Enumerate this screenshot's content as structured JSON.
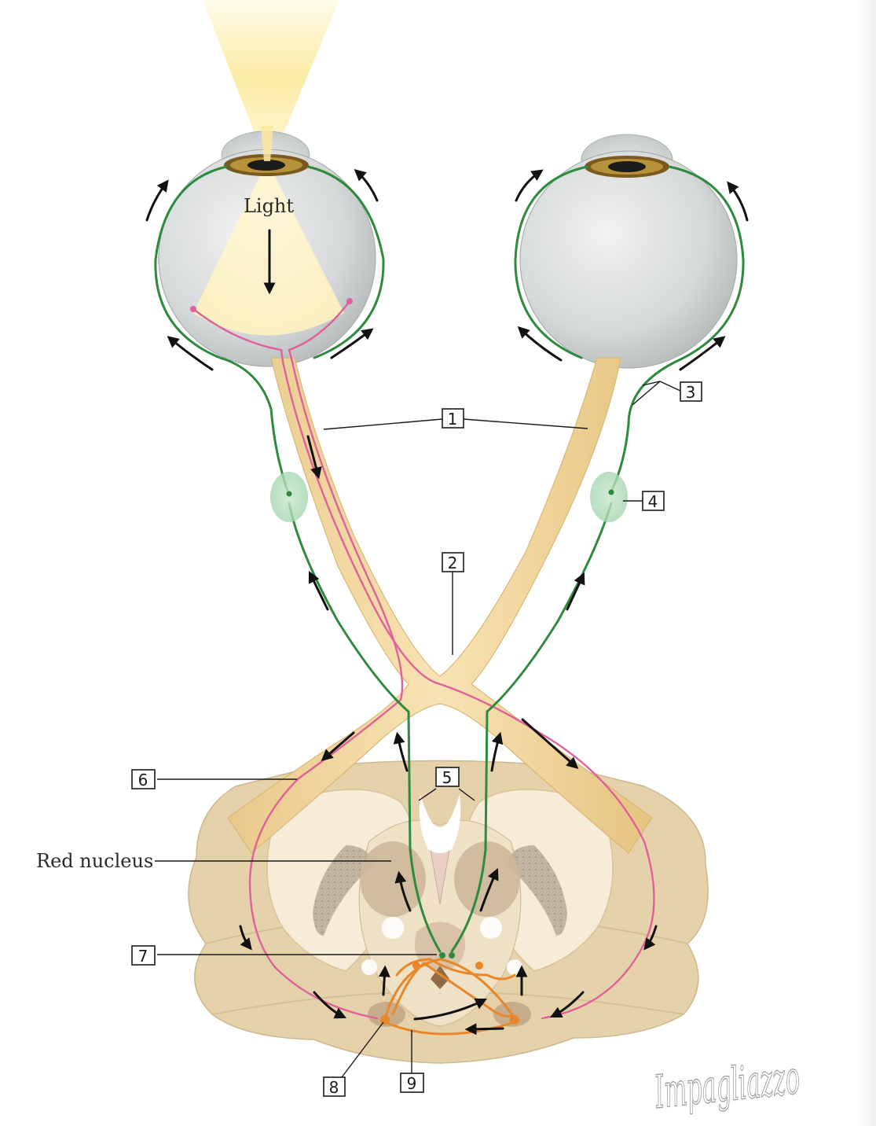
{
  "labels": {
    "light": "Light",
    "red_nucleus": "Red nucleus",
    "callouts": [
      "1",
      "2",
      "3",
      "4",
      "5",
      "6",
      "7",
      "8",
      "9"
    ]
  },
  "signature": "Impagliazzo",
  "colors": {
    "pathway_green": "#2e8b3e",
    "retina_pink": "#e0619a",
    "pretectal_orange": "#e8862a",
    "optic_nerve": "#f2d9a0",
    "brainstem": "#e9d6b0",
    "eyeball": "#d9dcdc",
    "light_cone": "#fdf1b8"
  }
}
